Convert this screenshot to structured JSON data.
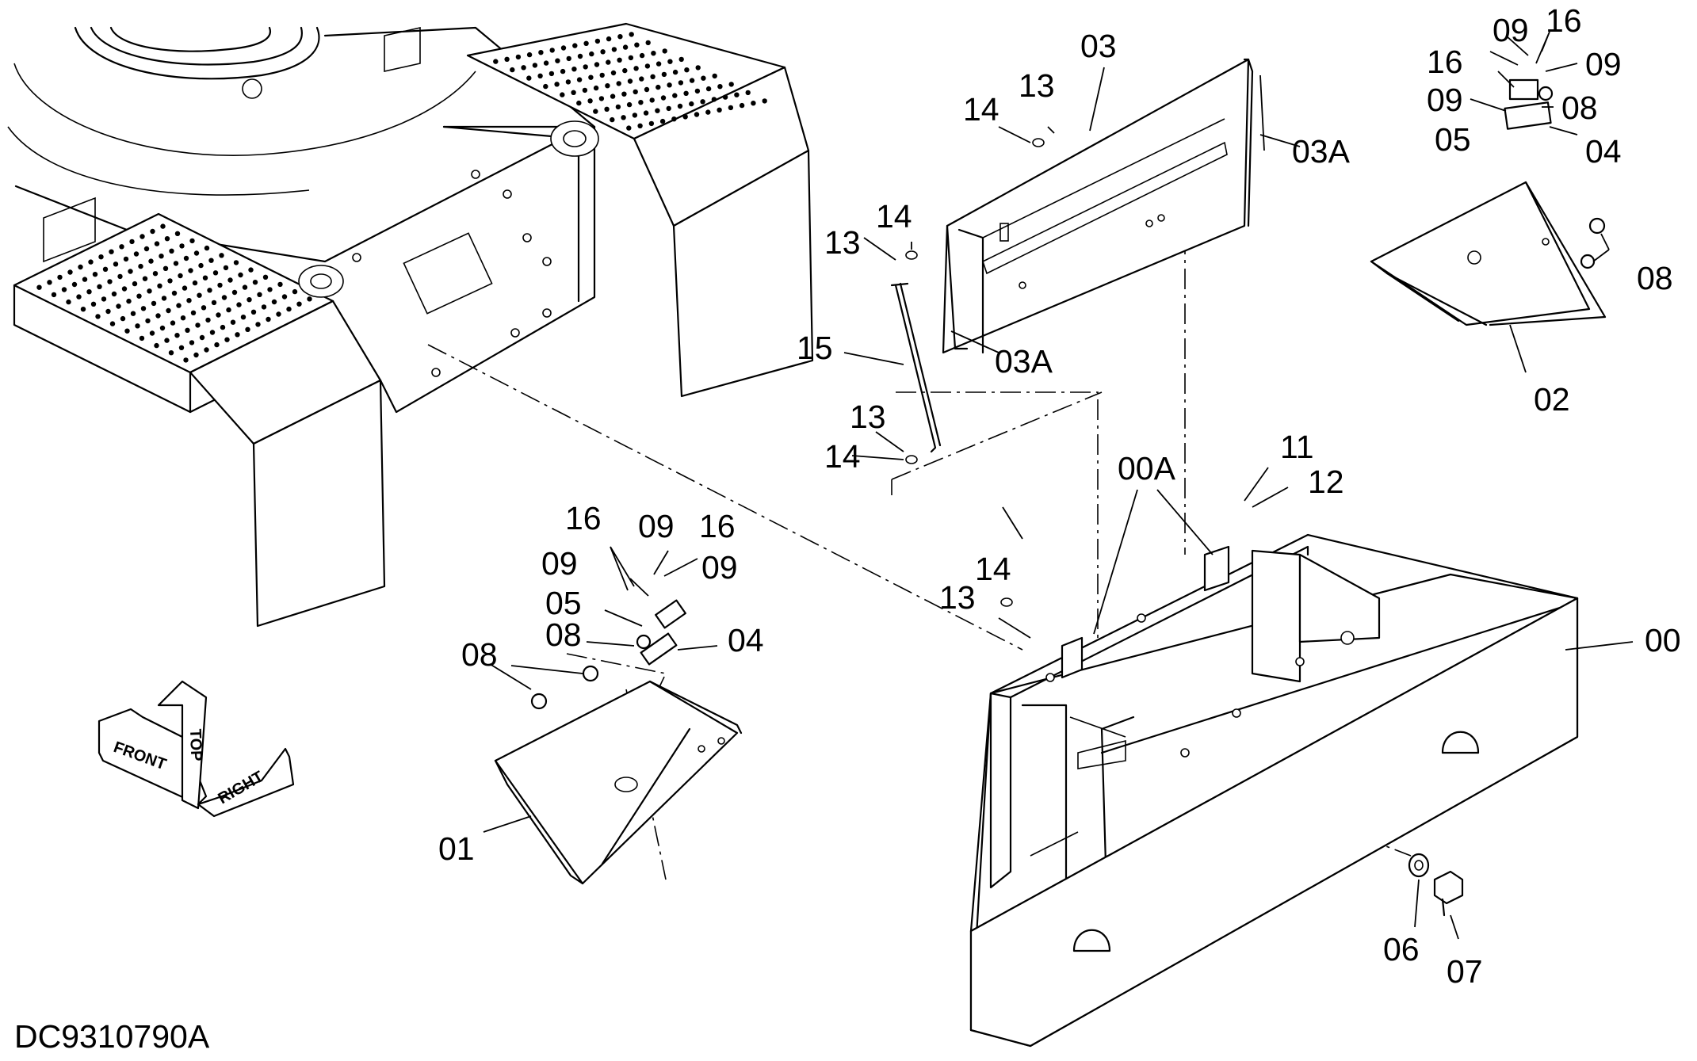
{
  "drawing": {
    "code": "DC9310790A"
  },
  "orientation": {
    "front": "FRONT",
    "top": "TOP",
    "right": "RIGHT"
  },
  "parts": {
    "p00": "00",
    "p00A": "00A",
    "p01": "01",
    "p02": "02",
    "p03": "03",
    "p03A": "03A",
    "p04": "04",
    "p05": "05",
    "p06": "06",
    "p07": "07",
    "p08": "08",
    "p09": "09",
    "p11": "11",
    "p12": "12",
    "p13": "13",
    "p14": "14",
    "p15": "15",
    "p16": "16"
  },
  "callouts": [
    {
      "id": "c-03",
      "part": "p03"
    },
    {
      "id": "c-13-top",
      "part": "p13"
    },
    {
      "id": "c-14-top",
      "part": "p14"
    },
    {
      "id": "c-03A-right",
      "part": "p03A"
    },
    {
      "id": "c-03A-bottom",
      "part": "p03A"
    },
    {
      "id": "c-13-mid",
      "part": "p13"
    },
    {
      "id": "c-14-mid",
      "part": "p14"
    },
    {
      "id": "c-15",
      "part": "p15"
    },
    {
      "id": "c-13-low",
      "part": "p13"
    },
    {
      "id": "c-14-low",
      "part": "p14"
    }
  ]
}
